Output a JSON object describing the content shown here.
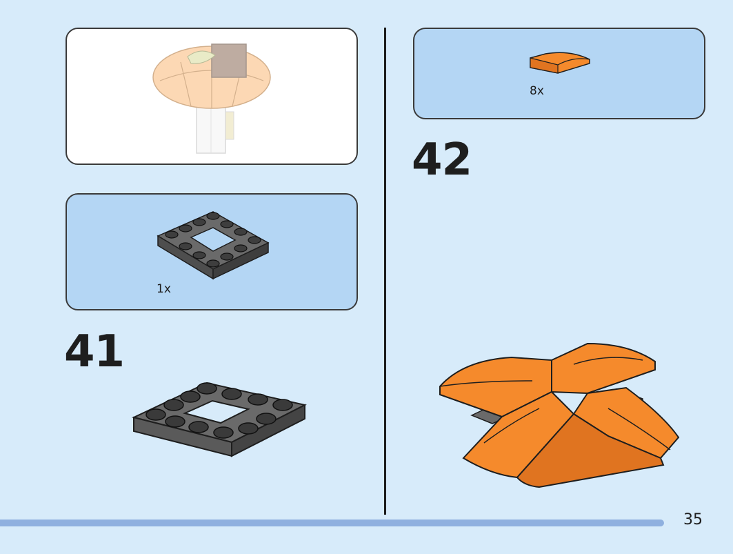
{
  "steps": [
    {
      "number": "41",
      "parts": [
        {
          "quantity": "1x",
          "part": "dark-gray-plate-4x4-with-2x2-opening"
        }
      ]
    },
    {
      "number": "42",
      "parts": [
        {
          "quantity": "8x",
          "part": "orange-curved-slope-brick"
        }
      ]
    }
  ],
  "page_number": "35",
  "colors": {
    "background": "#d7ebfa",
    "callout_blue": "#b4d6f4",
    "orange": "#f58a2c",
    "dark_gray": "#5a5a5a",
    "divider": "#1c1c1c",
    "bottom_bar": "#8fb0df"
  }
}
